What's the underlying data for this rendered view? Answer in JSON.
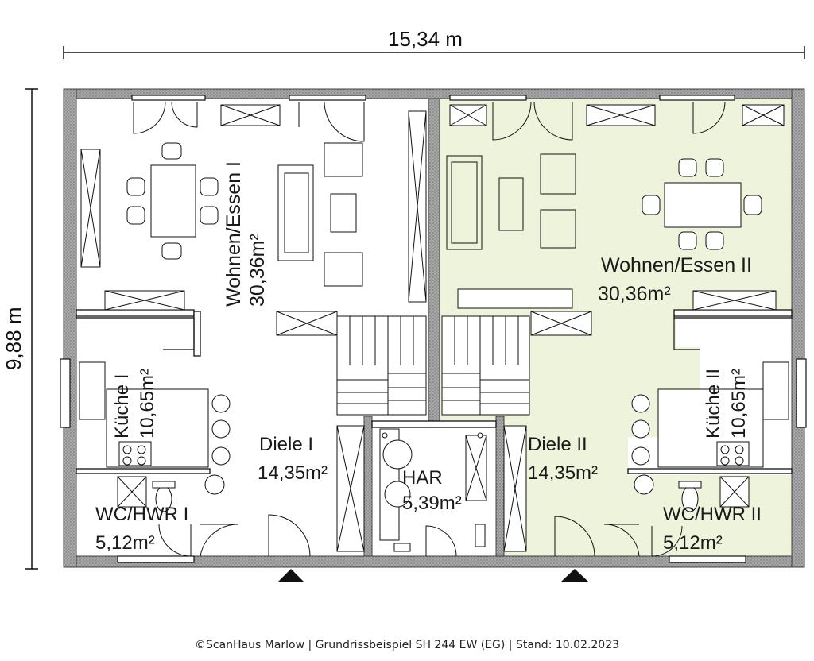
{
  "dimensions": {
    "width": "15,34 m",
    "height": "9,88 m"
  },
  "rooms": {
    "wohnen_essen_1": {
      "name": "Wohnen/Essen I",
      "area": "30,36m²"
    },
    "wohnen_essen_2": {
      "name": "Wohnen/Essen II",
      "area": "30,36m²"
    },
    "kueche_1": {
      "name": "Küche I",
      "area": "10,65m²"
    },
    "kueche_2": {
      "name": "Küche II",
      "area": "10,65m²"
    },
    "diele_1": {
      "name": "Diele I",
      "area": "14,35m²"
    },
    "diele_2": {
      "name": "Diele II",
      "area": "14,35m²"
    },
    "har": {
      "name": "HAR",
      "area": "5,39m²"
    },
    "wc_hwr_1": {
      "name": "WC/HWR I",
      "area": "5,12m²"
    },
    "wc_hwr_2": {
      "name": "WC/HWR II",
      "area": "5,12m²"
    }
  },
  "colors": {
    "highlight_unit": "#eef3dc",
    "wall": "#9a9a9a",
    "line": "#1a1a1a"
  },
  "footer": "©ScanHaus Marlow | Grundrissbeispiel SH 244 EW (EG) | Stand: 10.02.2023"
}
